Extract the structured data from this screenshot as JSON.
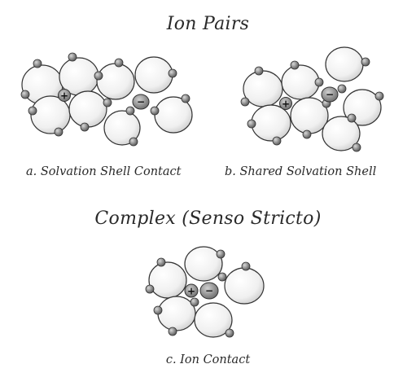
{
  "titles": {
    "ion_pairs": "Ion Pairs",
    "complex": "Complex (Senso Stricto)"
  },
  "captions": {
    "a": "a.  Solvation Shell Contact",
    "b": "b.  Shared Solvation Shell",
    "c": "c.  Ion Contact"
  },
  "ion_signs": {
    "cation": "+",
    "anion": "−"
  },
  "colors": {
    "background": "#ffffff",
    "outline": "#333333",
    "water_fill": "#f2f2f2",
    "hydrogen_fill": "#8a8a8a",
    "ion_fill": "#9a9a9a"
  }
}
